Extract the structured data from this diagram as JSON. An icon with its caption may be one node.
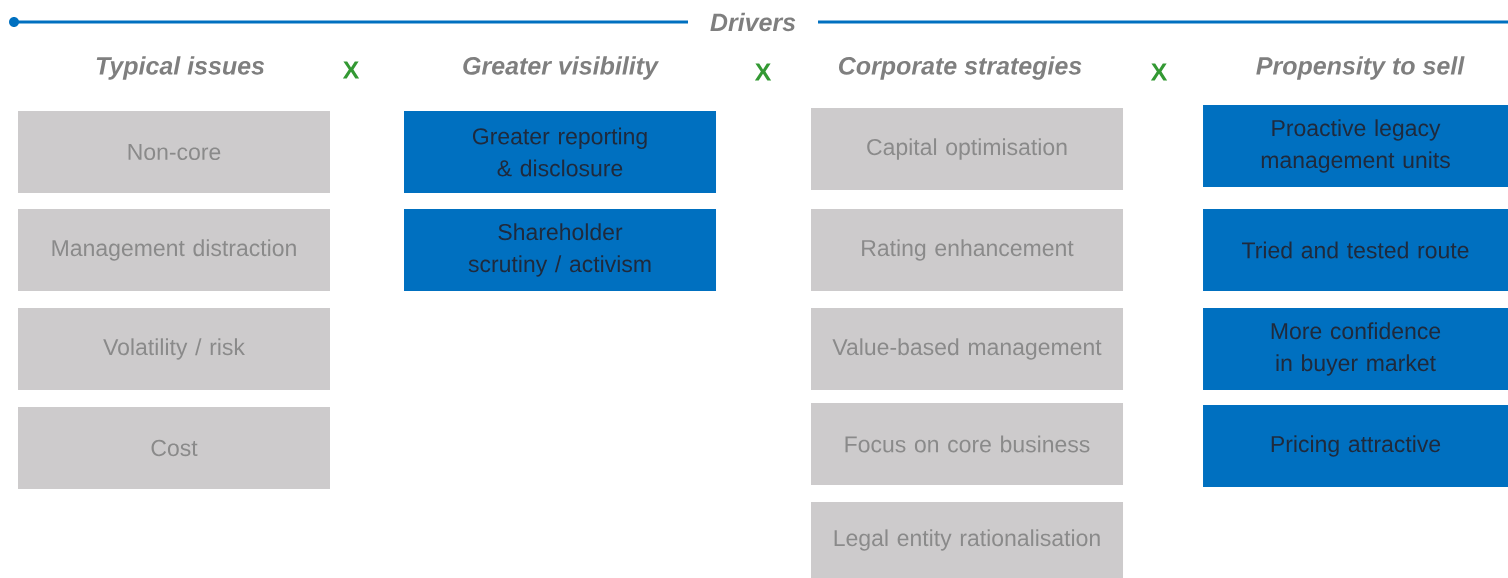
{
  "diagram": {
    "title": "Drivers",
    "nodes": [
      {
        "text": [
          "Non-core"
        ]
      },
      {
        "text": [
          "Management distraction"
        ]
      },
      {
        "text": [
          "Volatility / risk"
        ]
      },
      {
        "text": [
          "Cost"
        ]
      },
      {
        "text": [
          "Greater reporting & disclosure"
        ]
      },
      {
        "text": [
          "Shareholder scrutiny / activism"
        ]
      },
      {
        "text": [
          "Capital optimisation"
        ]
      },
      {
        "text": [
          "Rating enhancement"
        ]
      },
      {
        "text": [
          "Value-based management"
        ]
      },
      {
        "text": [
          "Focus on core business"
        ]
      },
      {
        "text": [
          "Legal entity rationalisation"
        ]
      },
      {
        "text": [
          "Proactive legacy management units"
        ]
      },
      {
        "text": [
          "Tried and tested route"
        ]
      },
      {
        "text": [
          "More confidence in buyer market"
        ]
      },
      {
        "text": [
          "Pricing attractive"
        ]
      }
    ],
    "labels": [
      "Typical issues",
      "X",
      "Greater visibility",
      "X",
      "Corporate strategies",
      "X",
      "Propensity to sell"
    ]
  }
}
